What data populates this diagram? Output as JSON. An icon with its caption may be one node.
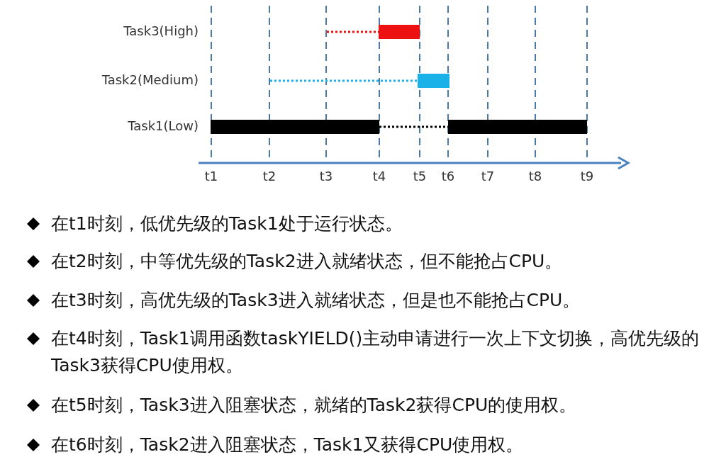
{
  "diagram": {
    "labels": [
      "Task3(High)",
      "Task2(Medium)",
      "Task1(Low)",
      "t1",
      "t2",
      "t3",
      "t4",
      "t5",
      "t6",
      "t7",
      "t8",
      "t9",
      "在t1时刻，低优先级的Task1处于运行状态。",
      "在t2时刻，中等优先级的Task2进入就绪状态，但不能抢占CPU。",
      "在t3时刻，高优先级的Task3进入就绪状态，但是也不能抢占CPU。",
      "在t4时刻，Task1调用函数taskYIELD()主动申请进行一次上下文切换，高优先级的Task3获得CPU使用权。",
      "在t5时刻，Task3进入阻塞状态，就绪的Task2获得CPU的使用权。",
      "在t6时刻，Task2进入阻塞状态，Task1又获得CPU使用权。"
    ]
  }
}
